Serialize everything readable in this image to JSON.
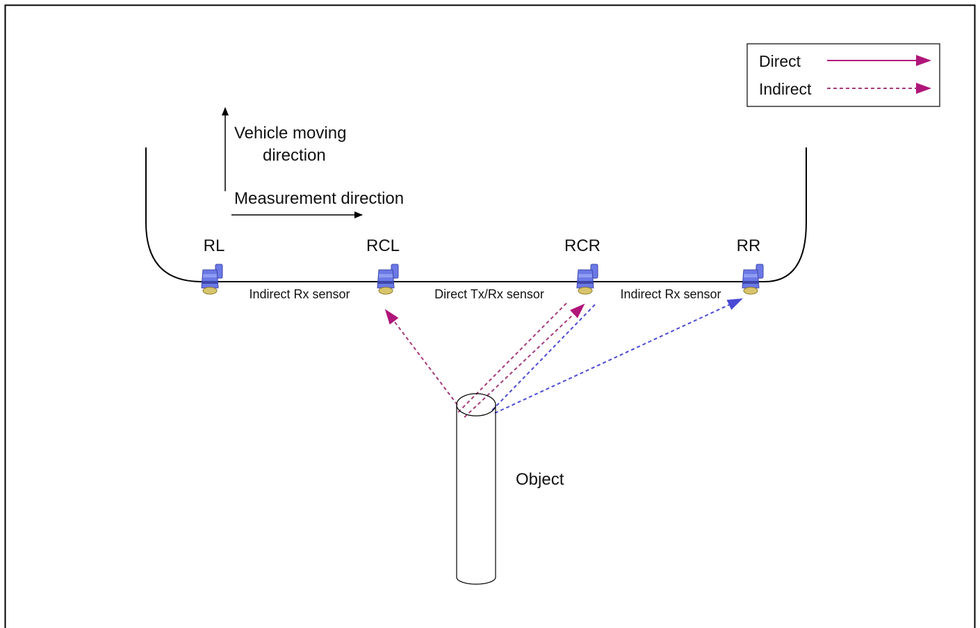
{
  "legend": {
    "direct_label": "Direct",
    "indirect_label": "Indirect"
  },
  "annotations": {
    "vehicle_direction_line1": "Vehicle moving",
    "vehicle_direction_line2": "direction",
    "measurement_direction": "Measurement direction"
  },
  "sensors": [
    {
      "id": "RL",
      "label": "RL"
    },
    {
      "id": "RCL",
      "label": "RCL"
    },
    {
      "id": "RCR",
      "label": "RCR"
    },
    {
      "id": "RR",
      "label": "RR"
    }
  ],
  "segment_labels": [
    "Indirect Rx sensor",
    "Direct Tx/Rx sensor",
    "Indirect Rx sensor"
  ],
  "object_label": "Object",
  "colors": {
    "frame": "#000000",
    "direct": "#b0157a",
    "indirect_magenta": "#a63a7a",
    "indirect_blue": "#4a4ad6",
    "sensor_body": "#6b79e6",
    "sensor_shadow": "#3d45a8",
    "sensor_lens": "#d8c46a"
  }
}
